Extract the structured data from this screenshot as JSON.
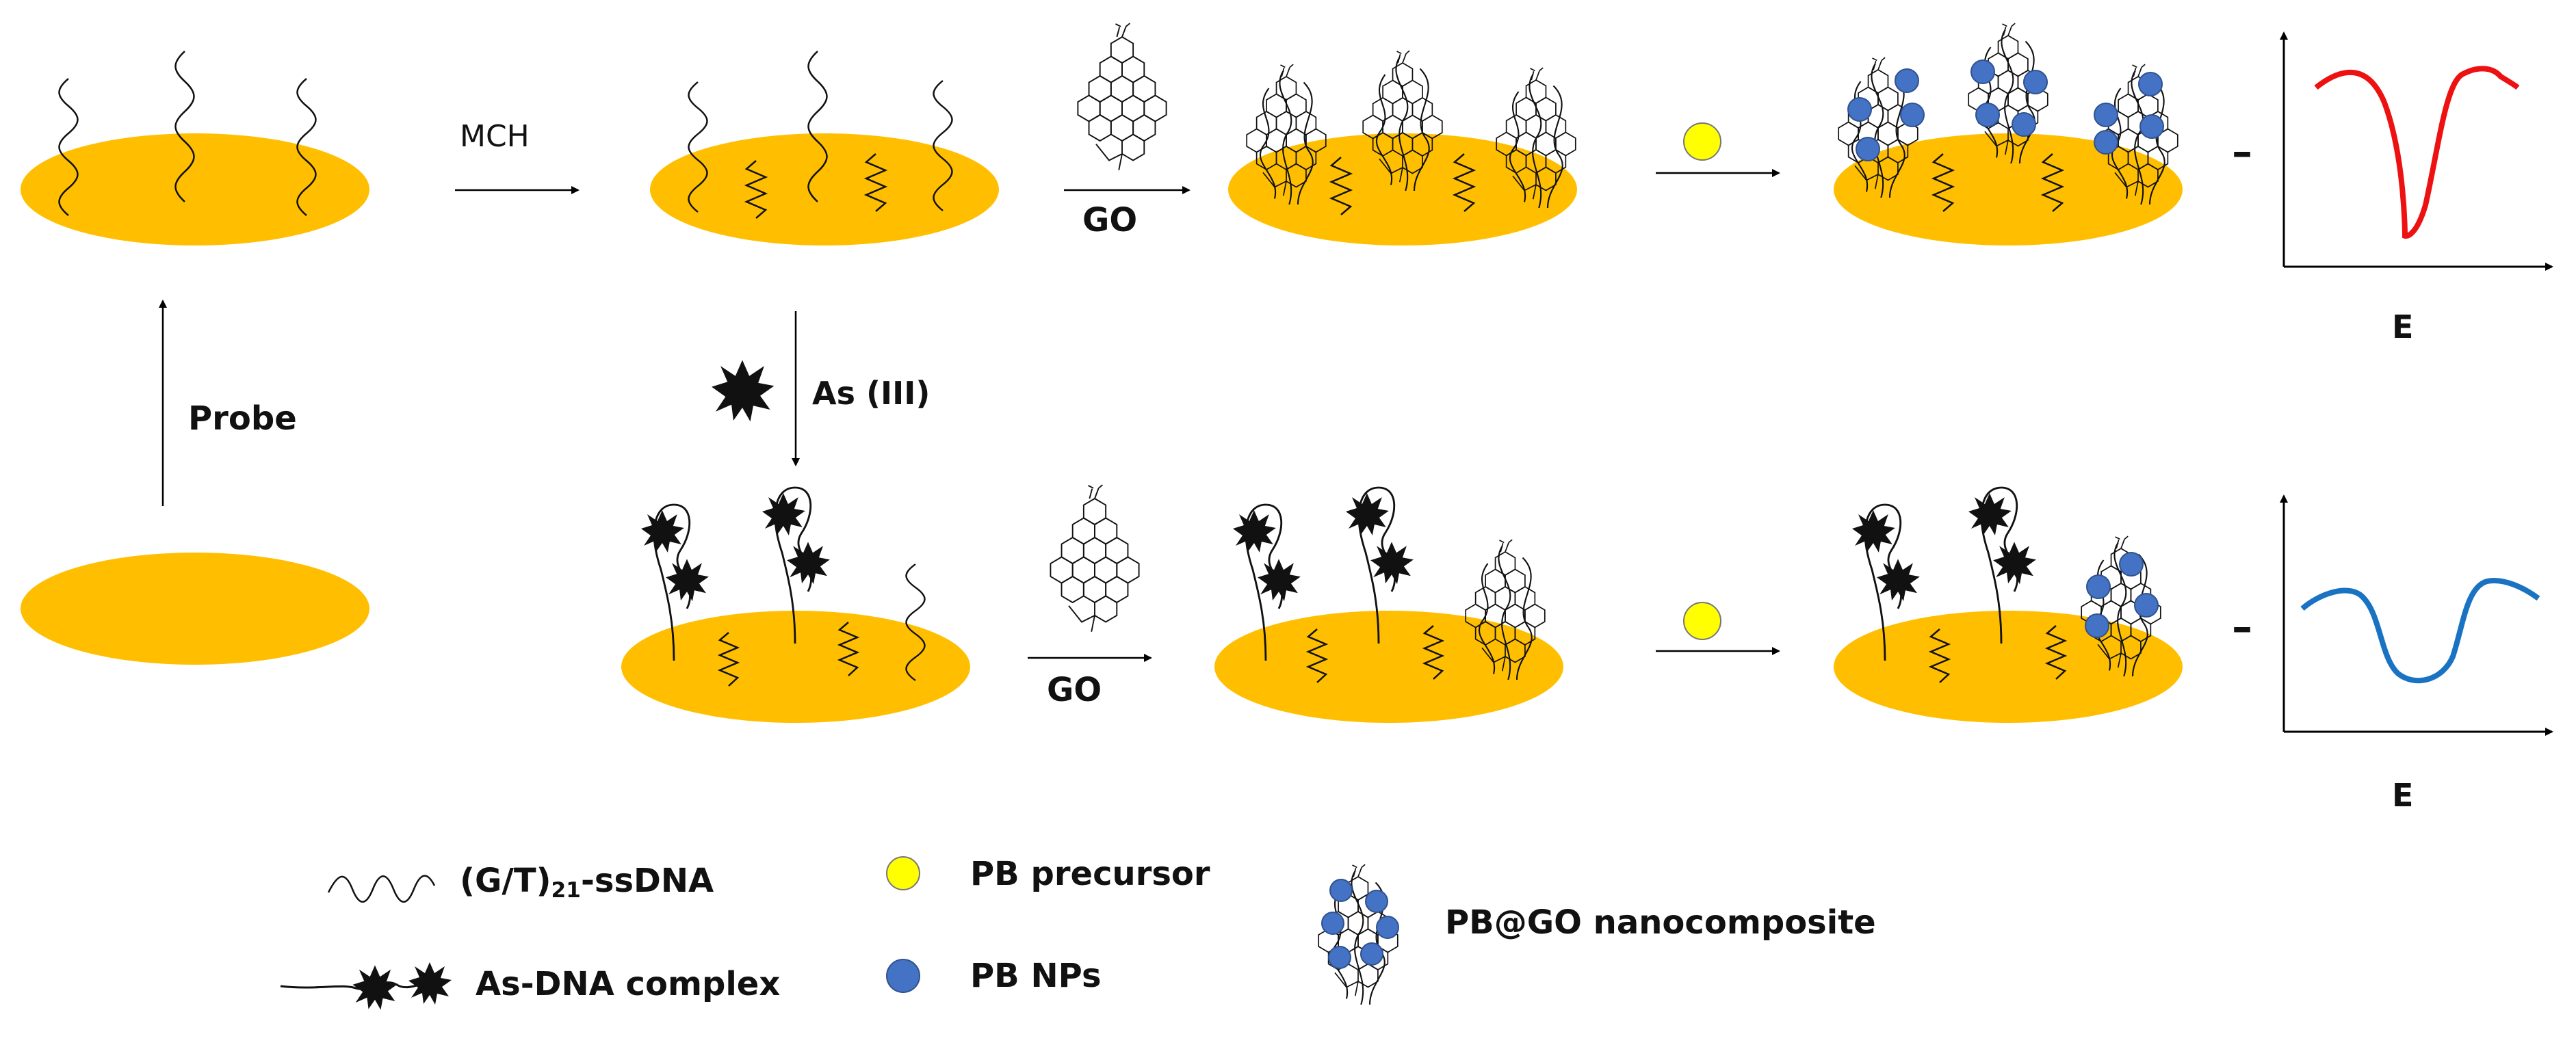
{
  "steps": {
    "mch": "MCH",
    "go_top": "GO",
    "go_bottom": "GO",
    "probe": "Probe",
    "as": "As (III)"
  },
  "signals": {
    "top_axis_x": "E",
    "bottom_axis_x": "E",
    "top_y_tick": "–",
    "bottom_y_tick": "–",
    "top_curve_color": "#ee1111",
    "bottom_curve_color": "#1a73c2"
  },
  "legend": {
    "ssdna_label_prefix": "(G/T)",
    "ssdna_label_sub": "21",
    "ssdna_label_suffix": "-ssDNA",
    "as_dna": "As-DNA complex",
    "pb_precursor": "PB precursor",
    "pb_nps": "PB NPs",
    "pbgo": "PB@GO nanocomposite"
  },
  "colors": {
    "electrode": "#ffbf00",
    "precursor": "#ffff00",
    "pb_np": "#4472c4",
    "black": "#000000"
  }
}
